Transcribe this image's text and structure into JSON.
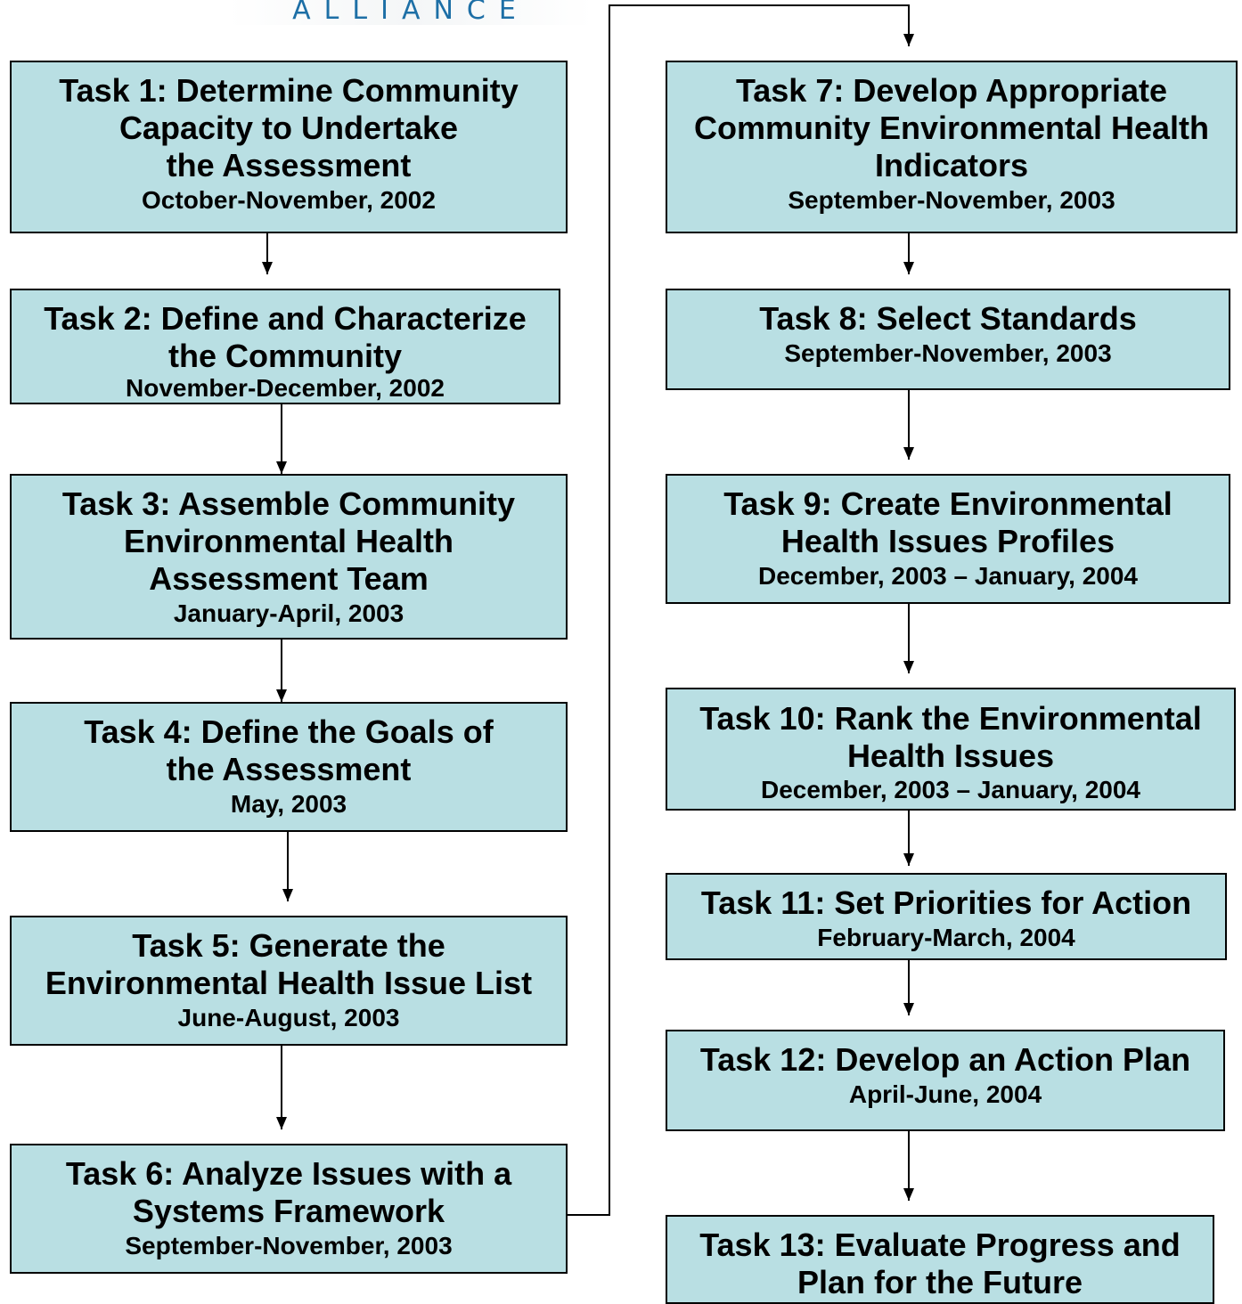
{
  "header": {
    "logo_text": "ALLIANCE"
  },
  "tasks": [
    {
      "title": "Task 1:  Determine Community\nCapacity to Undertake\nthe Assessment",
      "date": "October-November, 2002"
    },
    {
      "title": "Task 2:  Define and Characterize\nthe Community",
      "date": "November-December, 2002"
    },
    {
      "title": "Task 3:  Assemble Community\nEnvironmental Health\nAssessment Team",
      "date": "January-April, 2003"
    },
    {
      "title": "Task 4:  Define the Goals of\nthe Assessment",
      "date": "May, 2003"
    },
    {
      "title": "Task 5:  Generate the\nEnvironmental Health Issue List",
      "date": "June-August, 2003"
    },
    {
      "title": "Task 6:  Analyze Issues with a\nSystems Framework",
      "date": "September-November, 2003"
    },
    {
      "title": "Task 7:  Develop Appropriate\nCommunity Environmental Health\nIndicators",
      "date": "September-November, 2003"
    },
    {
      "title": "Task 8:  Select Standards",
      "date": "September-November, 2003"
    },
    {
      "title": "Task 9:  Create Environmental\nHealth Issues Profiles",
      "date": "December, 2003 – January, 2004"
    },
    {
      "title": "Task 10:  Rank the Environmental\nHealth Issues",
      "date": "December, 2003 – January, 2004"
    },
    {
      "title": "Task 11:  Set Priorities for Action",
      "date": "February-March, 2004"
    },
    {
      "title": "Task 12:  Develop an Action Plan",
      "date": "April-June, 2004"
    },
    {
      "title": "Task 13:  Evaluate Progress and\nPlan for the Future",
      "date": ""
    }
  ],
  "colors": {
    "box_fill": "#b9dfe3",
    "box_border": "#000000",
    "logo_text": "#1d6fa6"
  }
}
